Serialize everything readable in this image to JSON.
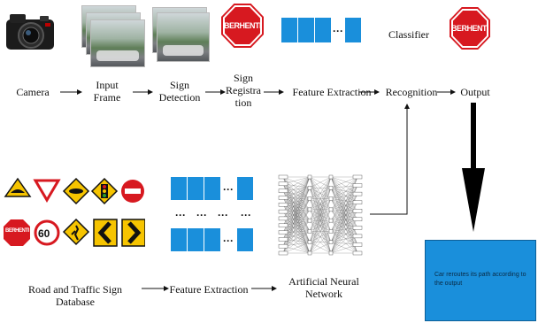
{
  "pipeline": {
    "camera_label": "Camera",
    "input_frame_label": "Input\nFrame",
    "sign_detection_label": "Sign\nDetection",
    "sign_registration_label": "Sign\nRegistra\ntion",
    "feature_extraction_label": "Feature Extraction",
    "recognition_label": "Recognition",
    "output_label": "Output",
    "classifier_label": "Classifier"
  },
  "signs": {
    "stop_text": "BERHENTI",
    "speed_limit": "60"
  },
  "database": {
    "database_label": "Road and Traffic Sign Database",
    "feature_extraction_label": "Feature Extraction",
    "ann_label": "Artificial Neural\nNetwork"
  },
  "dots": "···",
  "output_box": {
    "text": "Car reroutes its path according to the output"
  },
  "colors": {
    "feature_block": "#1a8fdb",
    "stop_red": "#d71920",
    "sign_yellow": "#f6c400",
    "output_box": "#1a8fdb"
  }
}
